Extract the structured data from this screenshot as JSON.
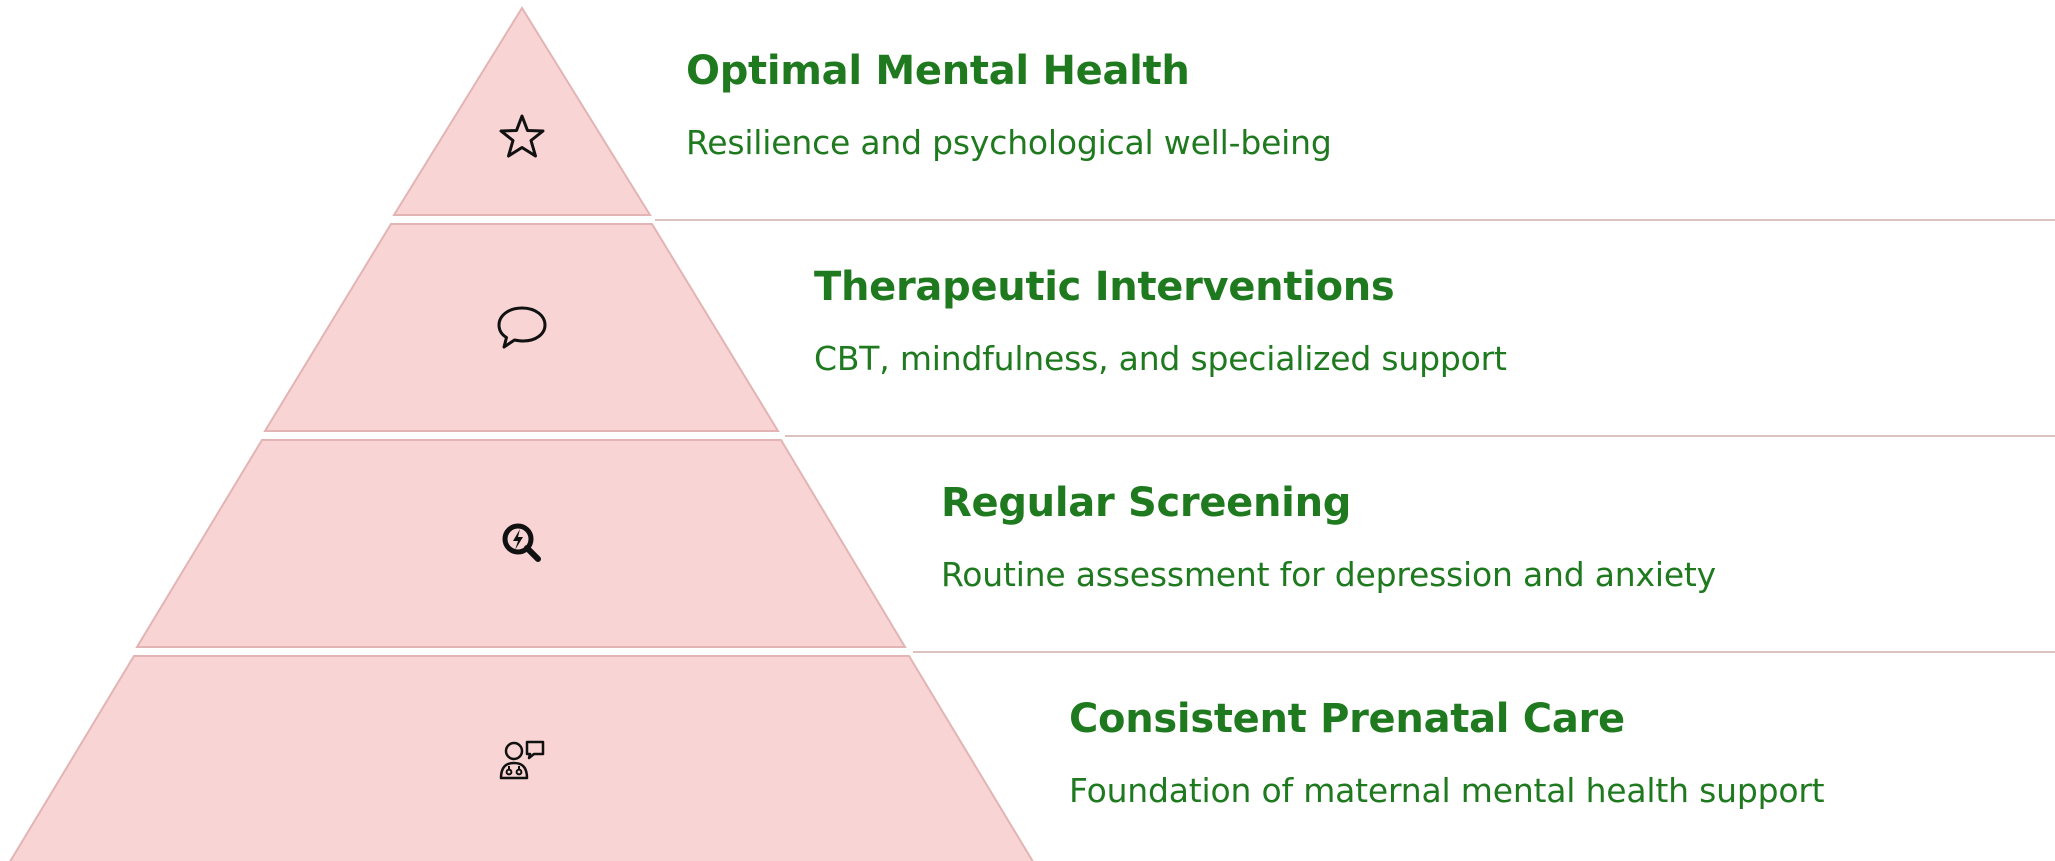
{
  "colors": {
    "tier_fill": "#f8d4d4",
    "tier_stroke": "#e2b4b4",
    "divider": "#dcc2bc",
    "text_green": "#1f7a1f",
    "icon_stroke": "#111111"
  },
  "tiers": [
    {
      "title": "Optimal Mental Health",
      "subtitle": "Resilience and psychological well-being",
      "icon": "star-icon"
    },
    {
      "title": "Therapeutic Interventions",
      "subtitle": "CBT, mindfulness, and specialized support",
      "icon": "speech-bubble-icon"
    },
    {
      "title": "Regular Screening",
      "subtitle": "Routine assessment for depression and anxiety",
      "icon": "magnifier-bolt-icon"
    },
    {
      "title": "Consistent Prenatal Care",
      "subtitle": "Foundation of maternal mental health support",
      "icon": "doctor-chat-icon"
    }
  ]
}
